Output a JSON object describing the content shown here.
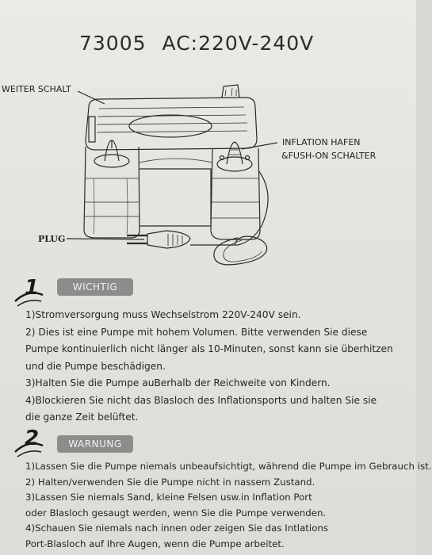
{
  "header": {
    "model": "73005",
    "power": "AC:220V-240V"
  },
  "diagram": {
    "labels": {
      "switch": "WEITER SCHALT",
      "inflation": "INFLATION HAFEN",
      "pushon": "&FUSH-ON SCHALTER",
      "plug": "PLUG"
    }
  },
  "section1": {
    "number": "1",
    "title": "WICHTIG",
    "lines": [
      "1)Stromversorgung muss Wechselstrom 220V-240V sein.",
      "2) Dies ist eine Pumpe mit hohem Volumen. Bitte verwenden Sie diese",
      "Pumpe kontinuierlich nicht länger als 10-Minuten, sonst kann sie überhitzen",
      "und die Pumpe beschädigen.",
      "3)Halten Sie die Pumpe auBerhalb der Reichweite von Kindern.",
      "4)Blockieren Sie nicht das Blasloch des Inflationsports und halten Sie sie",
      "die ganze Zeit belüftet."
    ]
  },
  "section2": {
    "number": "2",
    "title": "WARNUNG",
    "lines": [
      "1)Lassen Sie die Pumpe niemals unbeaufsichtigt, während die Pumpe im Gebrauch ist.",
      "2) Halten/verwenden Sie die Pumpe nicht in nassem Zustand.",
      "3)Lassen Sie niemals Sand, kleine Felsen usw.in Inflation Port",
      "oder Blasloch gesaugt werden, wenn Sie die Pumpe verwenden.",
      "4)Schauen Sie niemals nach innen oder zeigen Sie das Intlations",
      "Port-Blasloch auf Ihre Augen, wenn die Pumpe arbeitet."
    ]
  }
}
